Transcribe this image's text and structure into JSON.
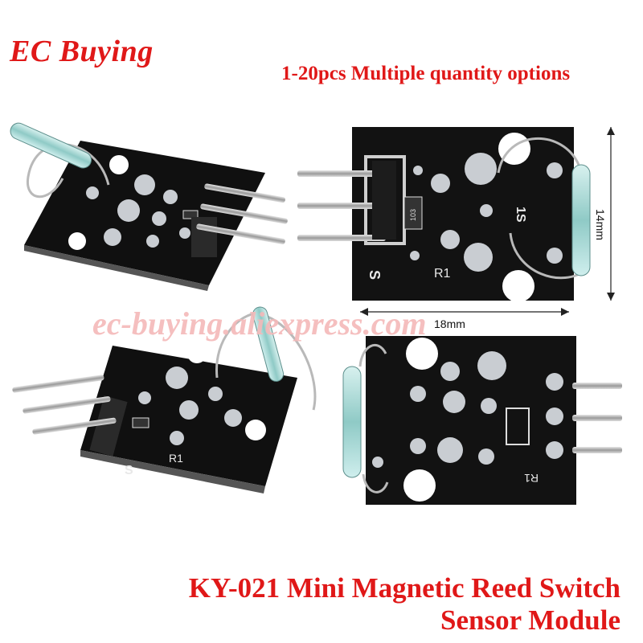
{
  "brand": {
    "name": "EC Buying",
    "color": "#e01818"
  },
  "header": {
    "options_text": "1-20pcs Multiple quantity options"
  },
  "watermark": {
    "text": "ec-buying.aliexpress.com"
  },
  "dimensions": {
    "width_label": "18mm",
    "height_label": "14mm"
  },
  "product": {
    "title_line1": "KY-021 Mini Magnetic Reed Switch",
    "title_line2": "Sensor Module"
  },
  "board_labels": {
    "signal_pin": "S",
    "ground_pin": "-",
    "resistor": "R1",
    "component": "1S",
    "chip": "103"
  },
  "colors": {
    "board": "#141414",
    "pad": "#c9cdd2",
    "pins": "#b8b8b8",
    "glass": "#9fd3cf",
    "accent": "#e01818"
  }
}
